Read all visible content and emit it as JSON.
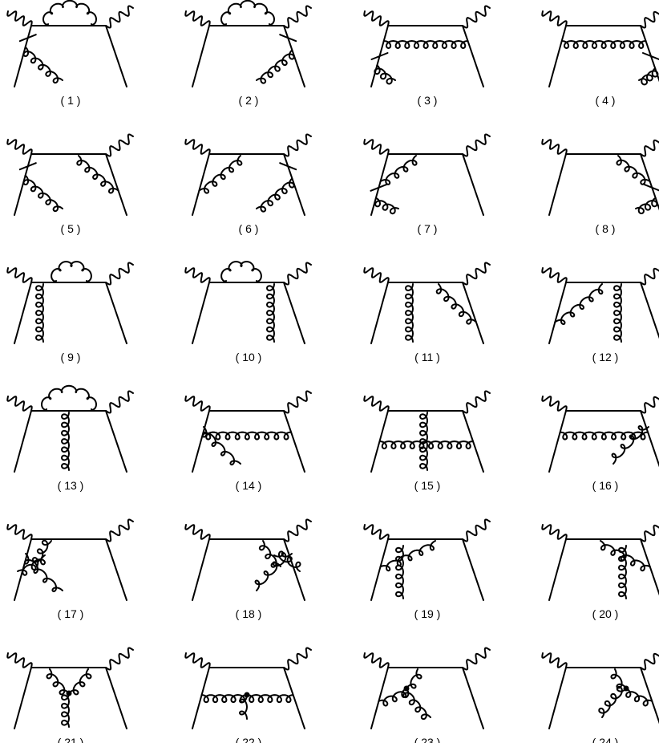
{
  "diagrams": [
    {
      "label": "( 1 )",
      "type": "top-loop-leg-left"
    },
    {
      "label": "( 2 )",
      "type": "top-loop-leg-right"
    },
    {
      "label": "( 3 )",
      "type": "rung-leg-left"
    },
    {
      "label": "( 4 )",
      "type": "rung-leg-right"
    },
    {
      "label": "( 5 )",
      "type": "diag-right-leg-left"
    },
    {
      "label": "( 6 )",
      "type": "diag-left-leg-right"
    },
    {
      "label": "( 7 )",
      "type": "diag-left-leg-left"
    },
    {
      "label": "( 8 )",
      "type": "diag-right-leg-right"
    },
    {
      "label": "( 9 )",
      "type": "top-loop-vert-left"
    },
    {
      "label": "( 10 )",
      "type": "top-loop-vert-right"
    },
    {
      "label": "( 11 )",
      "type": "vert-left-diag-right"
    },
    {
      "label": "( 12 )",
      "type": "diag-left-vert-right"
    },
    {
      "label": "( 13 )",
      "type": "top-loop-vert-mid"
    },
    {
      "label": "( 14 )",
      "type": "rung-cross-left"
    },
    {
      "label": "( 15 )",
      "type": "rung-cross-mid"
    },
    {
      "label": "( 16 )",
      "type": "rung-cross-right"
    },
    {
      "label": "( 17 )",
      "type": "blob-left"
    },
    {
      "label": "( 18 )",
      "type": "blob-right"
    },
    {
      "label": "( 19 )",
      "type": "blob-vert-left"
    },
    {
      "label": "( 20 )",
      "type": "blob-vert-right"
    },
    {
      "label": "( 21 )",
      "type": "vertex-mid"
    },
    {
      "label": "( 22 )",
      "type": "vertex-rung"
    },
    {
      "label": "( 23 )",
      "type": "vertex-left"
    },
    {
      "label": "( 24 )",
      "type": "vertex-right"
    }
  ]
}
